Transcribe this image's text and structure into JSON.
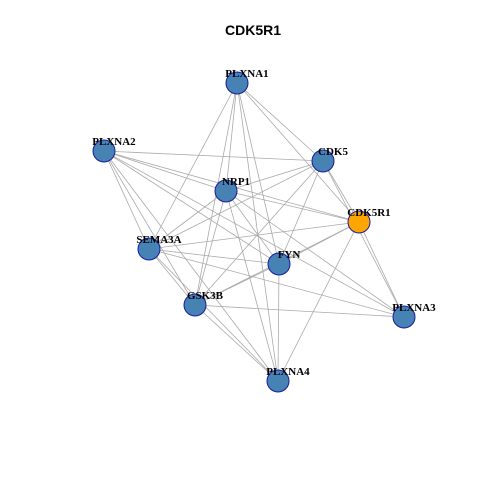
{
  "title": "CDK5R1",
  "colors": {
    "default_node": "#4682b4",
    "highlight_node": "#ffa500",
    "node_border": "#1a1aa0",
    "edge": "#aaaaaa"
  },
  "nodes": [
    {
      "id": "PLXNA1",
      "label": "PLXNA1",
      "highlight": false
    },
    {
      "id": "PLXNA2",
      "label": "PLXNA2",
      "highlight": false
    },
    {
      "id": "CDK5",
      "label": "CDK5",
      "highlight": false
    },
    {
      "id": "NRP1",
      "label": "NRP1",
      "highlight": false
    },
    {
      "id": "CDK5R1",
      "label": "CDK5R1",
      "highlight": true
    },
    {
      "id": "SEMA3A",
      "label": "SEMA3A",
      "highlight": false
    },
    {
      "id": "FYN",
      "label": "FYN",
      "highlight": false
    },
    {
      "id": "GSK3B",
      "label": "GSK3B",
      "highlight": false
    },
    {
      "id": "PLXNA3",
      "label": "PLXNA3",
      "highlight": false
    },
    {
      "id": "PLXNA4",
      "label": "PLXNA4",
      "highlight": false
    }
  ],
  "edges": [
    [
      "PLXNA1",
      "CDK5"
    ],
    [
      "PLXNA1",
      "NRP1"
    ],
    [
      "PLXNA1",
      "CDK5R1"
    ],
    [
      "PLXNA1",
      "SEMA3A"
    ],
    [
      "PLXNA1",
      "FYN"
    ],
    [
      "PLXNA1",
      "GSK3B"
    ],
    [
      "PLXNA1",
      "PLXNA4"
    ],
    [
      "PLXNA2",
      "CDK5"
    ],
    [
      "PLXNA2",
      "NRP1"
    ],
    [
      "PLXNA2",
      "SEMA3A"
    ],
    [
      "PLXNA2",
      "FYN"
    ],
    [
      "PLXNA2",
      "GSK3B"
    ],
    [
      "PLXNA2",
      "PLXNA3"
    ],
    [
      "PLXNA2",
      "PLXNA4"
    ],
    [
      "PLXNA2",
      "CDK5R1"
    ],
    [
      "CDK5",
      "NRP1"
    ],
    [
      "CDK5",
      "CDK5R1"
    ],
    [
      "CDK5",
      "SEMA3A"
    ],
    [
      "CDK5",
      "FYN"
    ],
    [
      "CDK5",
      "GSK3B"
    ],
    [
      "CDK5",
      "PLXNA3"
    ],
    [
      "NRP1",
      "CDK5R1"
    ],
    [
      "NRP1",
      "SEMA3A"
    ],
    [
      "NRP1",
      "FYN"
    ],
    [
      "NRP1",
      "GSK3B"
    ],
    [
      "NRP1",
      "PLXNA3"
    ],
    [
      "NRP1",
      "PLXNA4"
    ],
    [
      "CDK5R1",
      "SEMA3A"
    ],
    [
      "CDK5R1",
      "FYN"
    ],
    [
      "CDK5R1",
      "GSK3B"
    ],
    [
      "CDK5R1",
      "PLXNA3"
    ],
    [
      "CDK5R1",
      "PLXNA4"
    ],
    [
      "SEMA3A",
      "FYN"
    ],
    [
      "SEMA3A",
      "GSK3B"
    ],
    [
      "SEMA3A",
      "PLXNA3"
    ],
    [
      "SEMA3A",
      "PLXNA4"
    ],
    [
      "FYN",
      "GSK3B"
    ],
    [
      "FYN",
      "PLXNA4"
    ],
    [
      "GSK3B",
      "PLXNA3"
    ],
    [
      "GSK3B",
      "PLXNA4"
    ]
  ]
}
